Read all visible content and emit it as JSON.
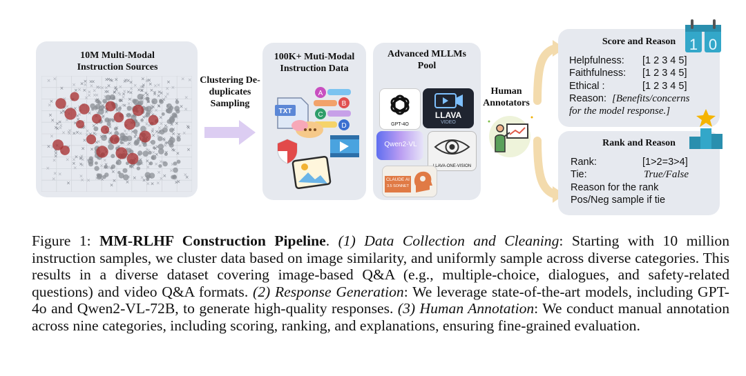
{
  "panels": {
    "sources": {
      "title": "10M Multi-Modal Instruction Sources"
    },
    "processing": {
      "title": "Clustering De-duplicates Sampling"
    },
    "data": {
      "title": "100K+ Muti-Modal Instruction Data",
      "txt_label": "TXT",
      "choice_letters": [
        "A",
        "B",
        "C",
        "D"
      ]
    },
    "models": {
      "title": "Advanced MLLMs Pool",
      "items": [
        {
          "name": "GPT-4O",
          "color": "#ffffff"
        },
        {
          "name": "LLAVA",
          "sub": "VIDEO",
          "color": "#1f2430"
        },
        {
          "name": "Qwen2-VL",
          "color": "#6a6ef0"
        },
        {
          "name": "LLAVA-ONE-VISION",
          "color": "#f2f2f2"
        },
        {
          "name": "CLAUDE AI",
          "sub": "3.5 SONNET",
          "color": "#e07a45"
        }
      ]
    },
    "annotators": {
      "title": "Human Annotators"
    },
    "score": {
      "title": "Score and Reason",
      "calendar_digits": [
        "1",
        "0"
      ],
      "rows": [
        {
          "label": "Helpfulness:",
          "value": "[1 2 3 4 5]"
        },
        {
          "label": "Faithfulness:",
          "value": "[1 2 3 4 5]"
        },
        {
          "label": "Ethical :",
          "value": "[1 2 3 4 5]"
        }
      ],
      "reason_label": "Reason:",
      "reason_text_1": "[Benefits/concerns",
      "reason_text_2": "for the model response.]"
    },
    "rank": {
      "title": "Rank and Reason",
      "rank_label": "Rank:",
      "rank_value": "[1>2=3>4]",
      "tie_label": "Tie:",
      "tie_value": "True/False",
      "reason": "Reason for the rank",
      "sample": "Pos/Neg sample if tie"
    }
  },
  "colors": {
    "panel": "#e6e9ef",
    "arrow": "#d8c8f0",
    "curve": "#f2d7a6",
    "cluster": "#a83232"
  },
  "caption": {
    "fig": "Figure 1:",
    "title": "MM-RLHF Construction Pipeline",
    "s1_head": "(1) Data Collection and Cleaning",
    "s1": ": Starting with 10 million instruction samples, we cluster data based on image similarity, and uniformly sample across diverse categories. This results in a diverse dataset covering image-based Q&A (e.g., multiple-choice, dialogues, and safety-related questions) and video Q&A formats.",
    "s2_head": "(2) Response Generation",
    "s2": ": We leverage state-of-the-art models, including GPT-4o and Qwen2-VL-72B, to generate high-quality responses.",
    "s3_head": "(3) Human Annotation",
    "s3": ": We conduct manual annotation across nine categories, including scoring, ranking, and explanations, ensuring fine-grained evaluation."
  }
}
